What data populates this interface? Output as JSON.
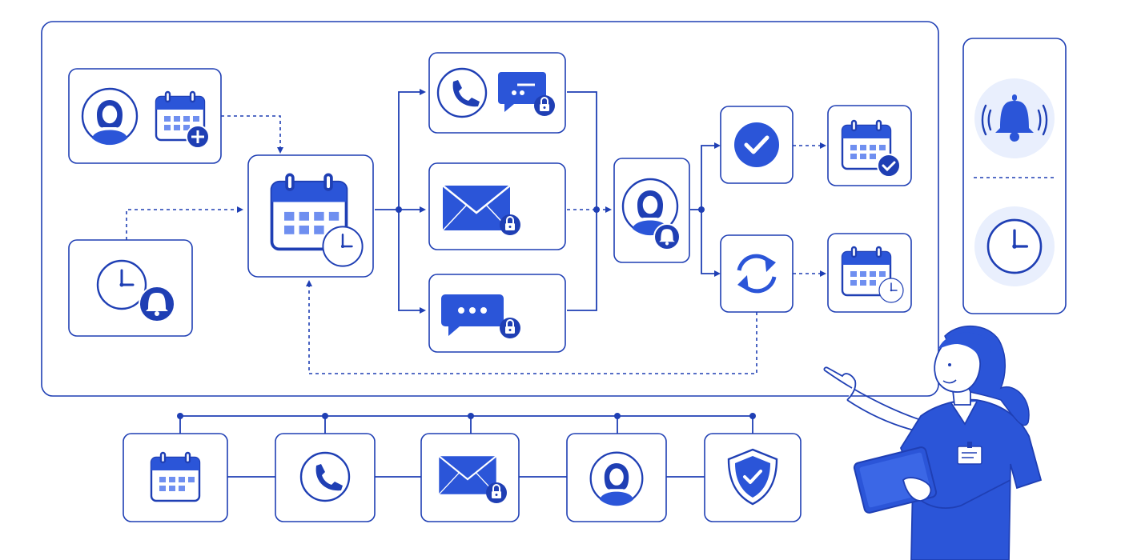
{
  "colors": {
    "primary": "#1f3fb4",
    "accent": "#2b55d8",
    "light": "#6f8ff0",
    "pale": "#e9effd",
    "background": "#ffffff"
  },
  "workflow": {
    "nodes": [
      {
        "id": "patient-book",
        "icons": [
          "patient-avatar-icon",
          "calendar-add-icon"
        ]
      },
      {
        "id": "time-reminder",
        "icons": [
          "clock-icon",
          "bell-icon"
        ]
      },
      {
        "id": "scheduler",
        "icons": [
          "calendar-icon",
          "clock-icon"
        ]
      },
      {
        "id": "phone-chat",
        "icons": [
          "phone-icon",
          "chat-bubble-icon",
          "lock-icon"
        ]
      },
      {
        "id": "secure-email",
        "icons": [
          "envelope-icon",
          "lock-icon"
        ]
      },
      {
        "id": "secure-message",
        "icons": [
          "chat-bubble-icon",
          "lock-icon"
        ]
      },
      {
        "id": "patient-notified",
        "icons": [
          "patient-avatar-icon",
          "bell-icon"
        ]
      },
      {
        "id": "confirm",
        "icons": [
          "check-circle-icon"
        ]
      },
      {
        "id": "reschedule",
        "icons": [
          "sync-icon"
        ]
      },
      {
        "id": "calendar-confirmed",
        "icons": [
          "calendar-check-icon"
        ]
      },
      {
        "id": "calendar-pending",
        "icons": [
          "calendar-clock-icon"
        ]
      }
    ],
    "edges": [
      [
        "patient-book",
        "scheduler"
      ],
      [
        "time-reminder",
        "scheduler"
      ],
      [
        "scheduler",
        "phone-chat"
      ],
      [
        "scheduler",
        "secure-email"
      ],
      [
        "scheduler",
        "secure-message"
      ],
      [
        "phone-chat",
        "patient-notified"
      ],
      [
        "secure-email",
        "patient-notified"
      ],
      [
        "secure-message",
        "patient-notified"
      ],
      [
        "patient-notified",
        "confirm"
      ],
      [
        "patient-notified",
        "reschedule"
      ],
      [
        "confirm",
        "calendar-confirmed"
      ],
      [
        "reschedule",
        "calendar-pending"
      ],
      [
        "reschedule",
        "scheduler"
      ]
    ]
  },
  "side_panel": {
    "icons": [
      "ringing-bell-icon",
      "clock-icon"
    ]
  },
  "bottom_bar": {
    "icons": [
      "calendar-icon",
      "phone-icon",
      "envelope-lock-icon",
      "patient-avatar-icon",
      "shield-check-icon"
    ]
  },
  "illustration": {
    "subject": "nurse-with-tablet"
  }
}
